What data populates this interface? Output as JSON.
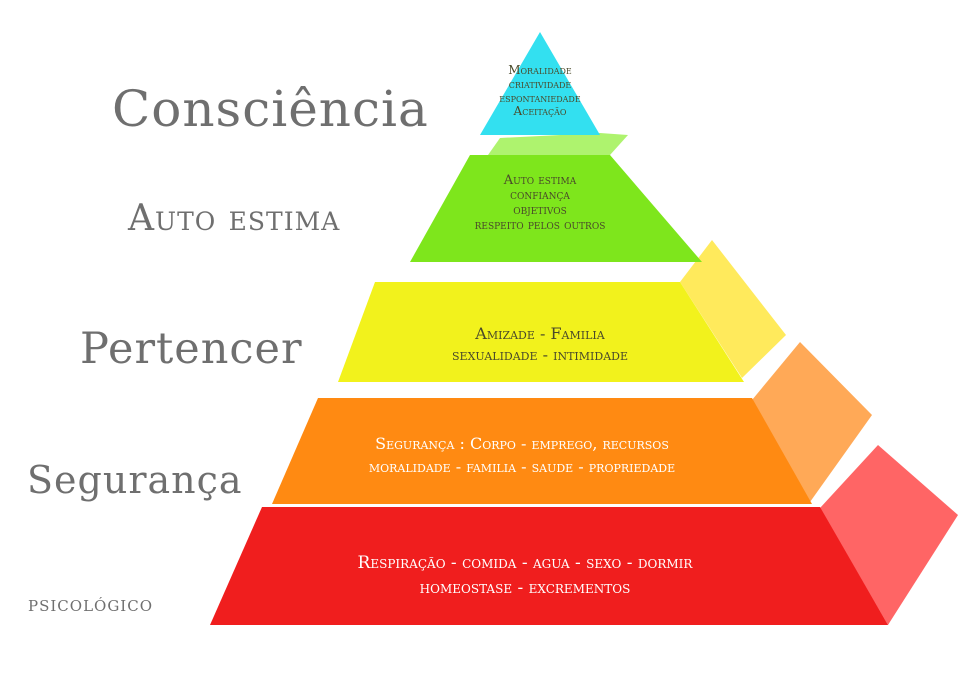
{
  "levels": [
    {
      "name": "Consciência",
      "lines": [
        "Moralidade",
        "criatividade",
        "espontaniedade",
        "Aceitação"
      ],
      "color": "#33e0f0"
    },
    {
      "name": "Auto estima",
      "lines": [
        "Auto estima",
        "confiança",
        "objetivos",
        "respeito pelos outros"
      ],
      "color": "#7ee61c"
    },
    {
      "name": "Pertencer",
      "lines": [
        "Amizade - Familia",
        "sexualidade - intimidade"
      ],
      "color": "#f2f21c"
    },
    {
      "name": "Segurança",
      "lines": [
        "Segurança : Corpo - emprego, recursos",
        "moralidade - familia - saude - propriedade"
      ],
      "color": "#ff8a12"
    },
    {
      "name": "psicológico",
      "lines": [
        "Respiração  - comida - agua - sexo - dormir",
        "homeostase - excrementos"
      ],
      "color": "#f01e1e"
    }
  ]
}
